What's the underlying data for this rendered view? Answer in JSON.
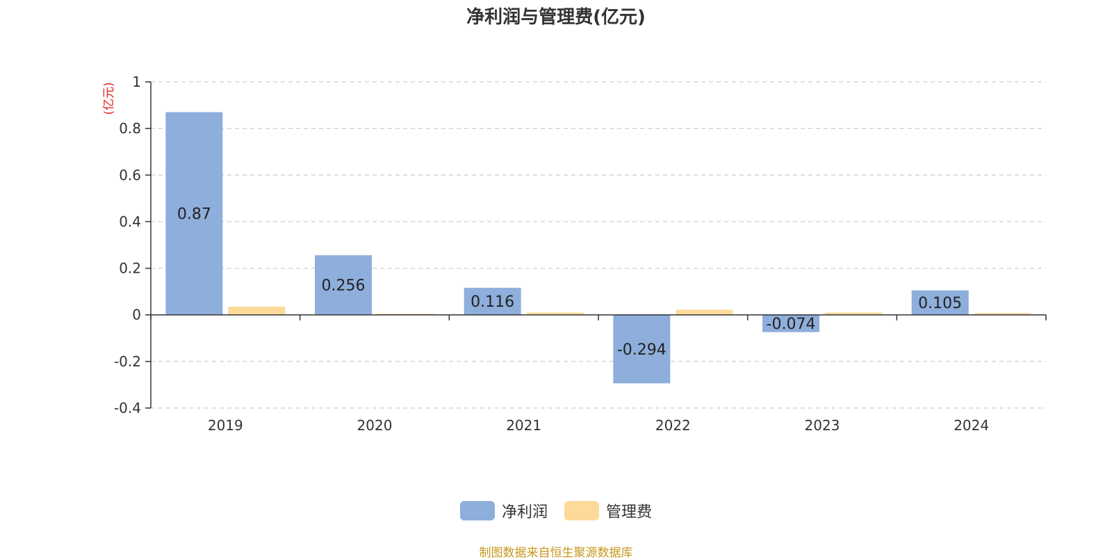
{
  "title": "净利润与管理费(亿元)",
  "unit_label": "(亿元)",
  "source_note": "制图数据来自恒生聚源数据库",
  "colors": {
    "net_profit": "#8eaedb",
    "admin_fee": "#fdd99a",
    "unit": "#e02020",
    "source": "#c8961e"
  },
  "chart_data": {
    "type": "bar",
    "title": "净利润与管理费(亿元)",
    "ylabel": "(亿元)",
    "xlabel": "",
    "categories": [
      "2019",
      "2020",
      "2021",
      "2022",
      "2023",
      "2024"
    ],
    "series": [
      {
        "name": "净利润",
        "values": [
          0.87,
          0.256,
          0.116,
          -0.294,
          -0.074,
          0.105
        ],
        "labels": [
          "0.87",
          "0.256",
          "0.116",
          "-0.294",
          "-0.074",
          "0.105"
        ]
      },
      {
        "name": "管理费",
        "values": [
          0.035,
          0.005,
          0.01,
          0.022,
          0.01,
          0.008
        ]
      }
    ],
    "ylim": [
      -0.4,
      1
    ],
    "yticks": [
      1,
      0.8,
      0.6,
      0.4,
      0.2,
      0,
      -0.2,
      -0.4
    ],
    "ytick_labels": [
      "1",
      "0.8",
      "0.6",
      "0.4",
      "0.2",
      "0",
      "-0.2",
      "-0.4"
    ],
    "grid": true,
    "legend_position": "bottom"
  }
}
